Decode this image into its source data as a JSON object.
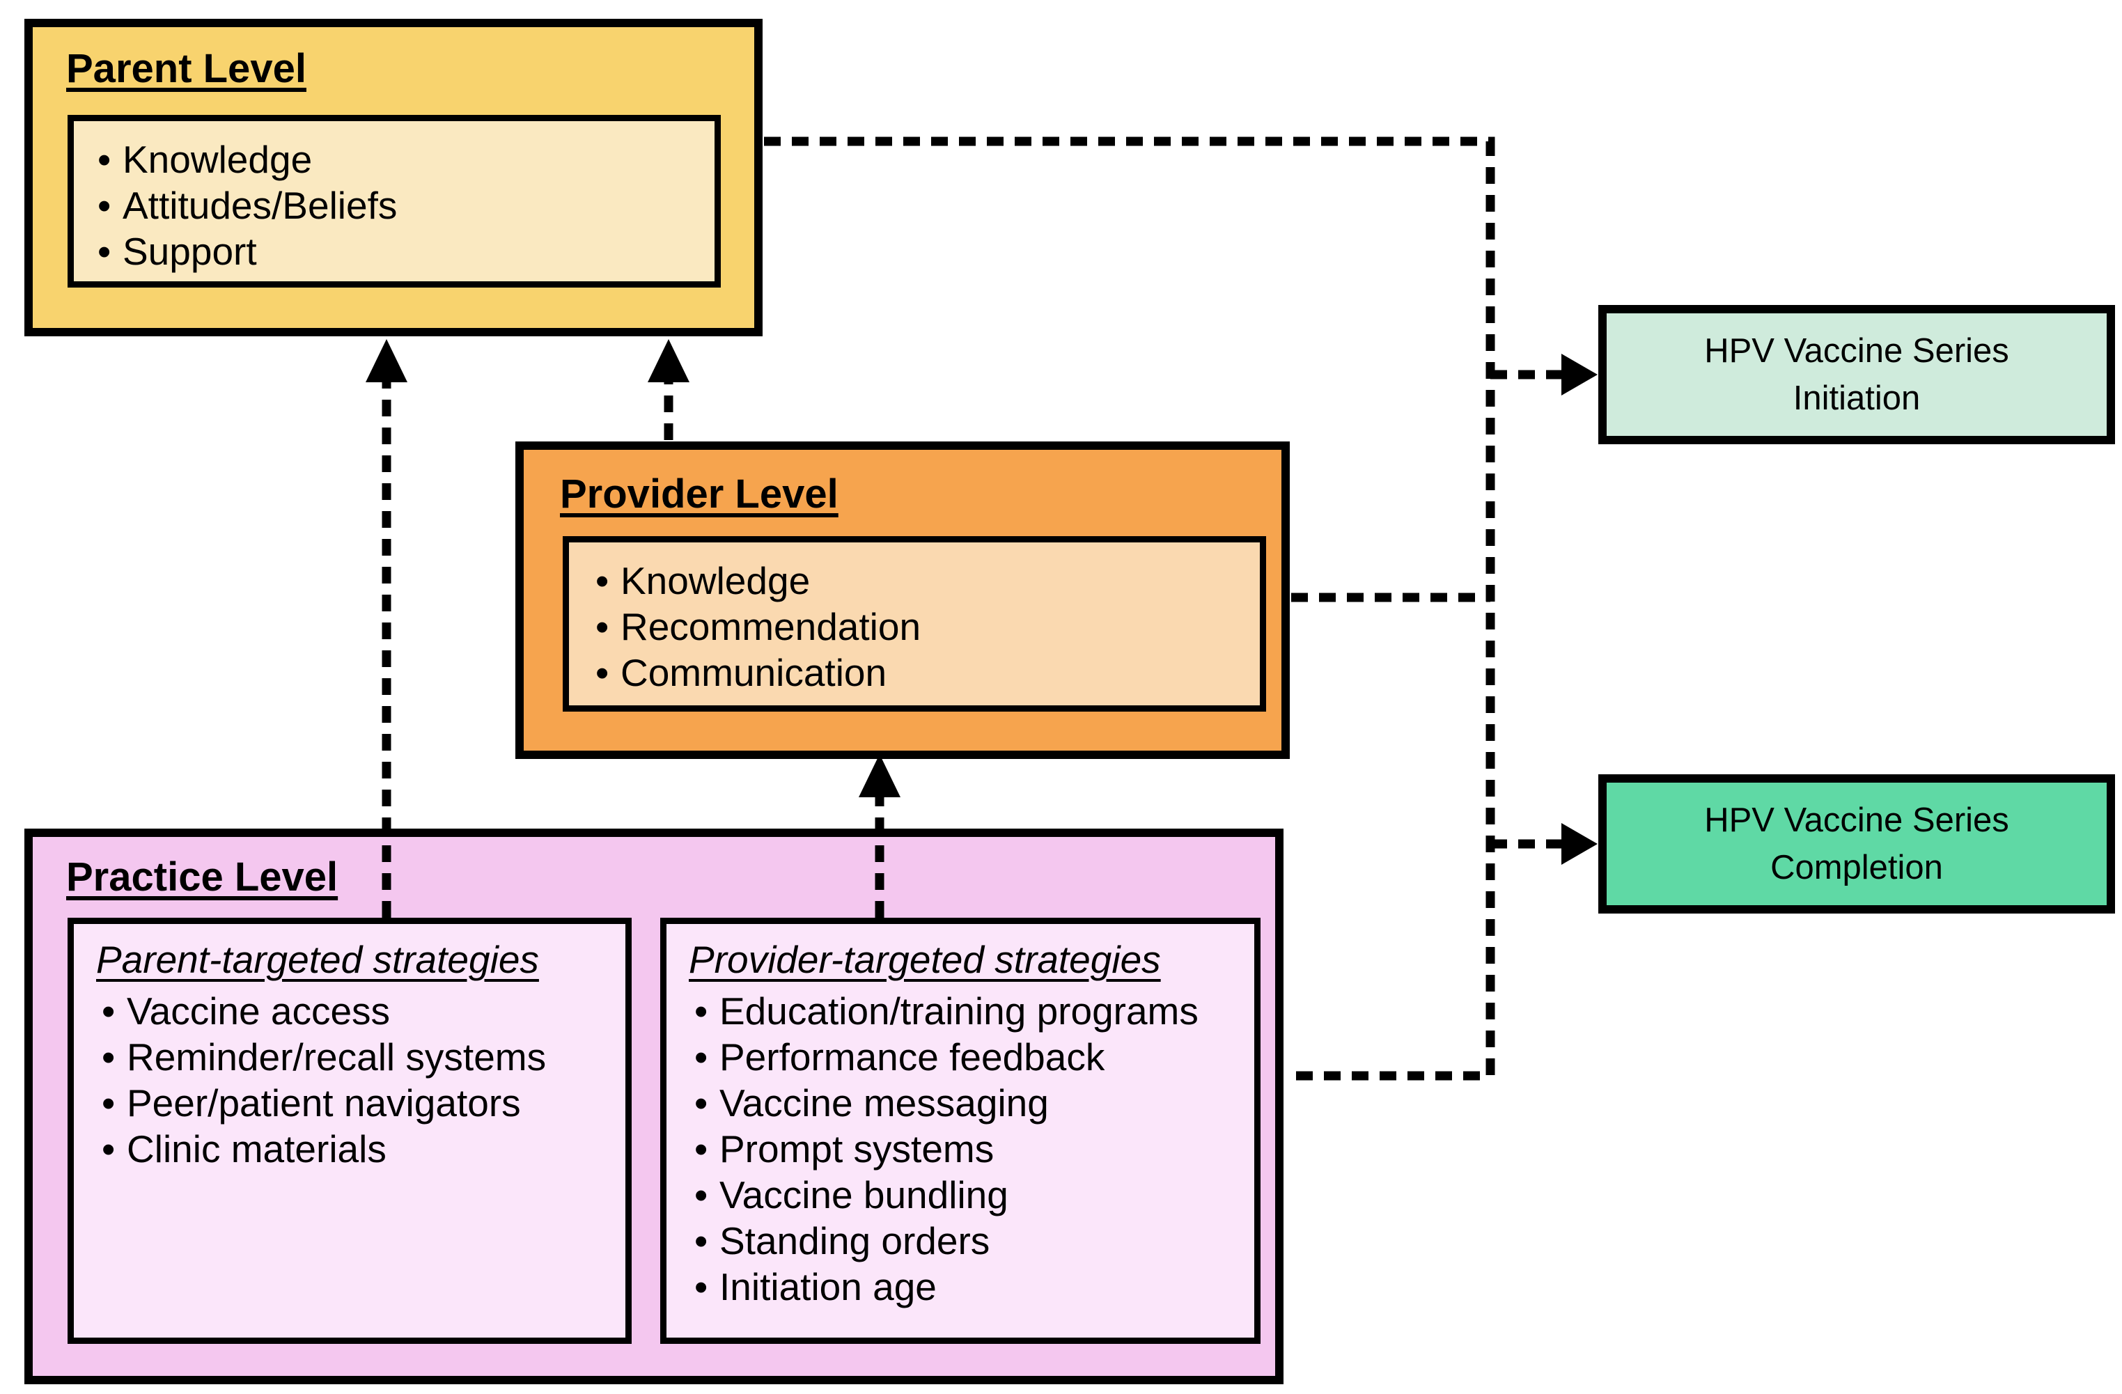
{
  "parent_level": {
    "title": "Parent Level",
    "items": [
      "Knowledge",
      "Attitudes/Beliefs",
      "Support"
    ]
  },
  "provider_level": {
    "title": "Provider Level",
    "items": [
      "Knowledge",
      "Recommendation",
      "Communication"
    ]
  },
  "practice_level": {
    "title": "Practice Level",
    "parent_targeted": {
      "title": "Parent-targeted strategies",
      "items": [
        "Vaccine access",
        "Reminder/recall systems",
        "Peer/patient navigators",
        "Clinic materials"
      ]
    },
    "provider_targeted": {
      "title": "Provider-targeted strategies",
      "items": [
        "Education/training programs",
        "Performance feedback",
        "Vaccine messaging",
        "Prompt systems",
        "Vaccine bundling",
        "Standing orders",
        "Initiation age"
      ]
    }
  },
  "outcomes": {
    "initiation": {
      "line1": "HPV Vaccine Series",
      "line2": "Initiation"
    },
    "completion": {
      "line1": "HPV Vaccine Series",
      "line2": "Completion"
    }
  },
  "colors": {
    "parent_fill": "#F8D36E",
    "parent_inner_fill": "#FAE9C1",
    "provider_fill": "#F6A44E",
    "provider_inner_fill": "#FAD9B0",
    "practice_fill": "#F4C7EF",
    "practice_inner_fill": "#FBE6FA",
    "initiation_fill": "#CFEBDC",
    "completion_fill": "#5FD9A5",
    "connector": "#000000"
  }
}
